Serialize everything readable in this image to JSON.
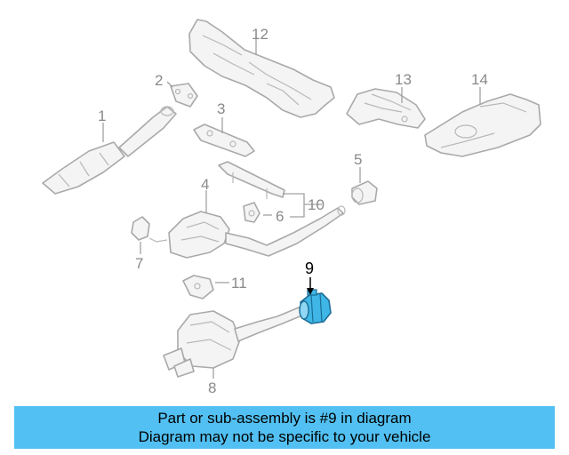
{
  "diagram": {
    "callouts": {
      "c1": "1",
      "c2": "2",
      "c3": "3",
      "c4": "4",
      "c5": "5",
      "c6": "6",
      "c7": "7",
      "c8": "8",
      "c9": "9",
      "c10": "10",
      "c11": "11",
      "c12": "12",
      "c13": "13",
      "c14": "14"
    },
    "highlight_color": "#3fb6e6",
    "highlighted_part": "9"
  },
  "banner": {
    "line1": "Part or sub-assembly is #9 in diagram",
    "line2": "Diagram may not be specific to your vehicle",
    "color": "#52c0f2"
  }
}
